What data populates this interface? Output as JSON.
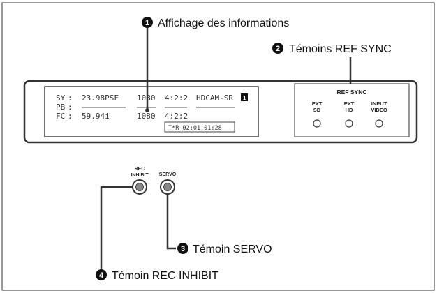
{
  "callouts": {
    "c1": {
      "number": "1",
      "label": "Affichage des informations"
    },
    "c2": {
      "number": "2",
      "label": "Témoins REF SYNC"
    },
    "c3": {
      "number": "3",
      "label": "Témoin SERVO"
    },
    "c4": {
      "number": "4",
      "label": "Témoin REC INHIBIT"
    }
  },
  "display": {
    "row1": {
      "label": "SY",
      "sep": ":",
      "freq": "23.98PSF",
      "lines": "1080",
      "sampling": "4:2:2",
      "format": "HDCAM-SR",
      "badge": "1"
    },
    "row2": {
      "label": "PB",
      "sep": ":"
    },
    "row3": {
      "label": "FC",
      "sep": ":",
      "freq": "59.94i",
      "lines": "1080",
      "sampling": "4:2:2"
    },
    "timecode": "T*R 02:01.01:28"
  },
  "refsync": {
    "title": "REF SYNC",
    "ind1": {
      "line1": "EXT",
      "line2": "SD"
    },
    "ind2": {
      "line1": "EXT",
      "line2": "HD"
    },
    "ind3": {
      "line1": "INPUT",
      "line2": "VIDEO"
    }
  },
  "rec_inhibit": {
    "line1": "REC",
    "line2": "INHIBIT"
  },
  "servo": {
    "label": "SERVO"
  },
  "colors": {
    "line": "#333333",
    "frame": "#555555",
    "badge": "#111111"
  }
}
